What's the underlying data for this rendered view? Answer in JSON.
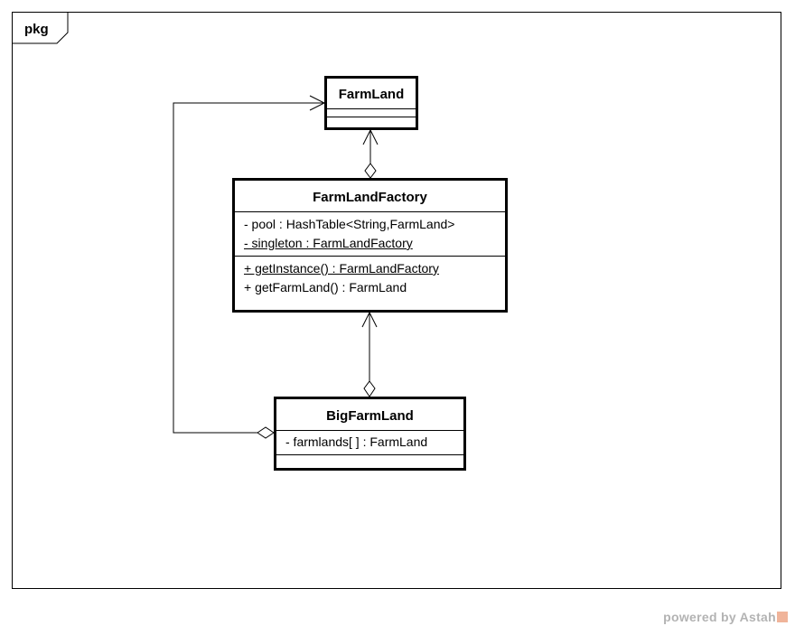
{
  "frame": {
    "label": "pkg"
  },
  "classes": {
    "farmland": {
      "name": "FarmLand",
      "attributes": [],
      "operations": []
    },
    "factory": {
      "name": "FarmLandFactory",
      "attributes": [
        {
          "text": "- pool : HashTable<String,FarmLand>",
          "static": false
        },
        {
          "text": "- singleton : FarmLandFactory",
          "static": true
        }
      ],
      "operations": [
        {
          "text": "+ getInstance() : FarmLandFactory",
          "static": true
        },
        {
          "text": "+ getFarmLand() : FarmLand",
          "static": false
        }
      ]
    },
    "bigfarmland": {
      "name": "BigFarmLand",
      "attributes": [
        {
          "text": "- farmlands[ ] : FarmLand",
          "static": false
        }
      ],
      "operations": []
    }
  },
  "relationships": [
    {
      "type": "aggregation",
      "from": "FarmLandFactory",
      "to": "FarmLand",
      "navigable": true
    },
    {
      "type": "aggregation",
      "from": "BigFarmLand",
      "to": "FarmLandFactory",
      "navigable": true
    },
    {
      "type": "aggregation",
      "from": "BigFarmLand",
      "to": "FarmLand",
      "navigable": true
    }
  ],
  "watermark": {
    "text": "powered by Astah"
  },
  "colors": {
    "line": "#000000",
    "watermark": "#b3b3b3",
    "logo": "#f0b49a"
  }
}
